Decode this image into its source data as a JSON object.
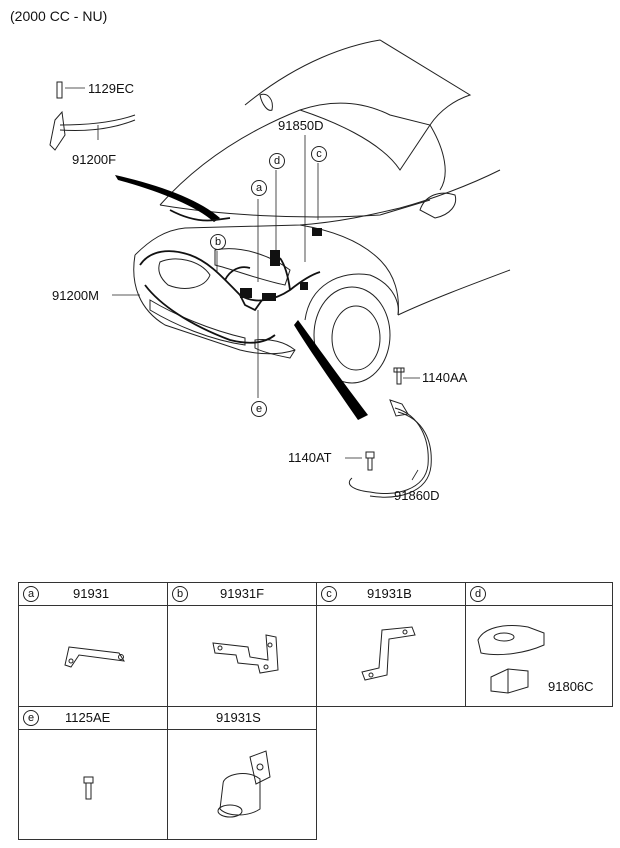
{
  "heading": "(2000 CC - NU)",
  "callouts": {
    "c1129EC": "1129EC",
    "c91200F": "91200F",
    "c91850D": "91850D",
    "c91200M": "91200M",
    "c1140AA": "1140AA",
    "c1140AT": "1140AT",
    "c91860D": "91860D",
    "ref_a": "a",
    "ref_b": "b",
    "ref_c": "c",
    "ref_d": "d",
    "ref_e": "e"
  },
  "parts_table": [
    {
      "letter": "a",
      "part": "91931"
    },
    {
      "letter": "b",
      "part": "91931F"
    },
    {
      "letter": "c",
      "part": "91931B"
    },
    {
      "letter": "d",
      "part": "",
      "extra": "91806C"
    },
    {
      "letter": "e",
      "part": "1125AE"
    },
    {
      "letter": "",
      "part": "91931S"
    }
  ]
}
